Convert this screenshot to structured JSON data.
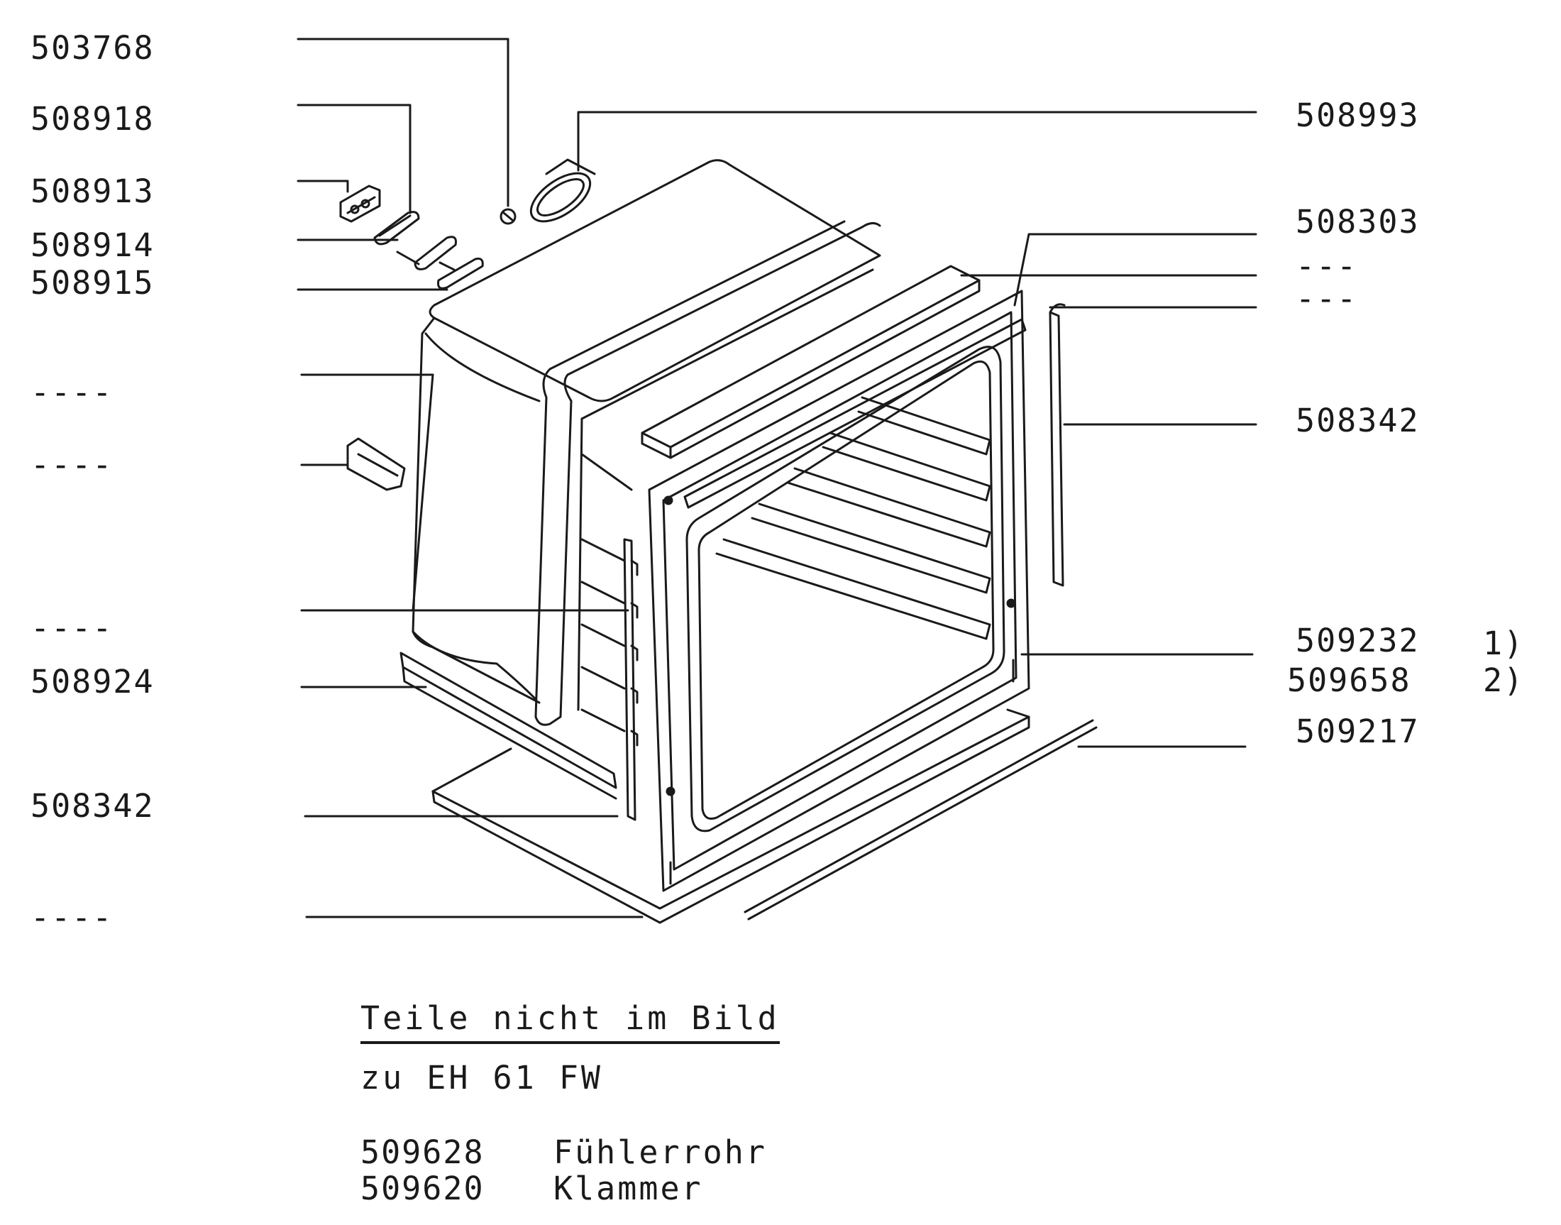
{
  "left_labels": [
    "503768",
    "508918",
    "508913",
    "508914",
    "508915",
    "----",
    "----",
    "----",
    "508924",
    "508342",
    "----"
  ],
  "right_labels": [
    "508993",
    "508303",
    "---",
    "---",
    "508342",
    "509232",
    "509658",
    "509217"
  ],
  "variant_marks": [
    "1)",
    "2)"
  ],
  "notes": {
    "heading": "Teile nicht im Bild",
    "subheading": "zu EH 61 FW",
    "parts": [
      {
        "number": "509628",
        "name": "Fühlerrohr"
      },
      {
        "number": "509620",
        "name": "Klammer"
      }
    ]
  }
}
